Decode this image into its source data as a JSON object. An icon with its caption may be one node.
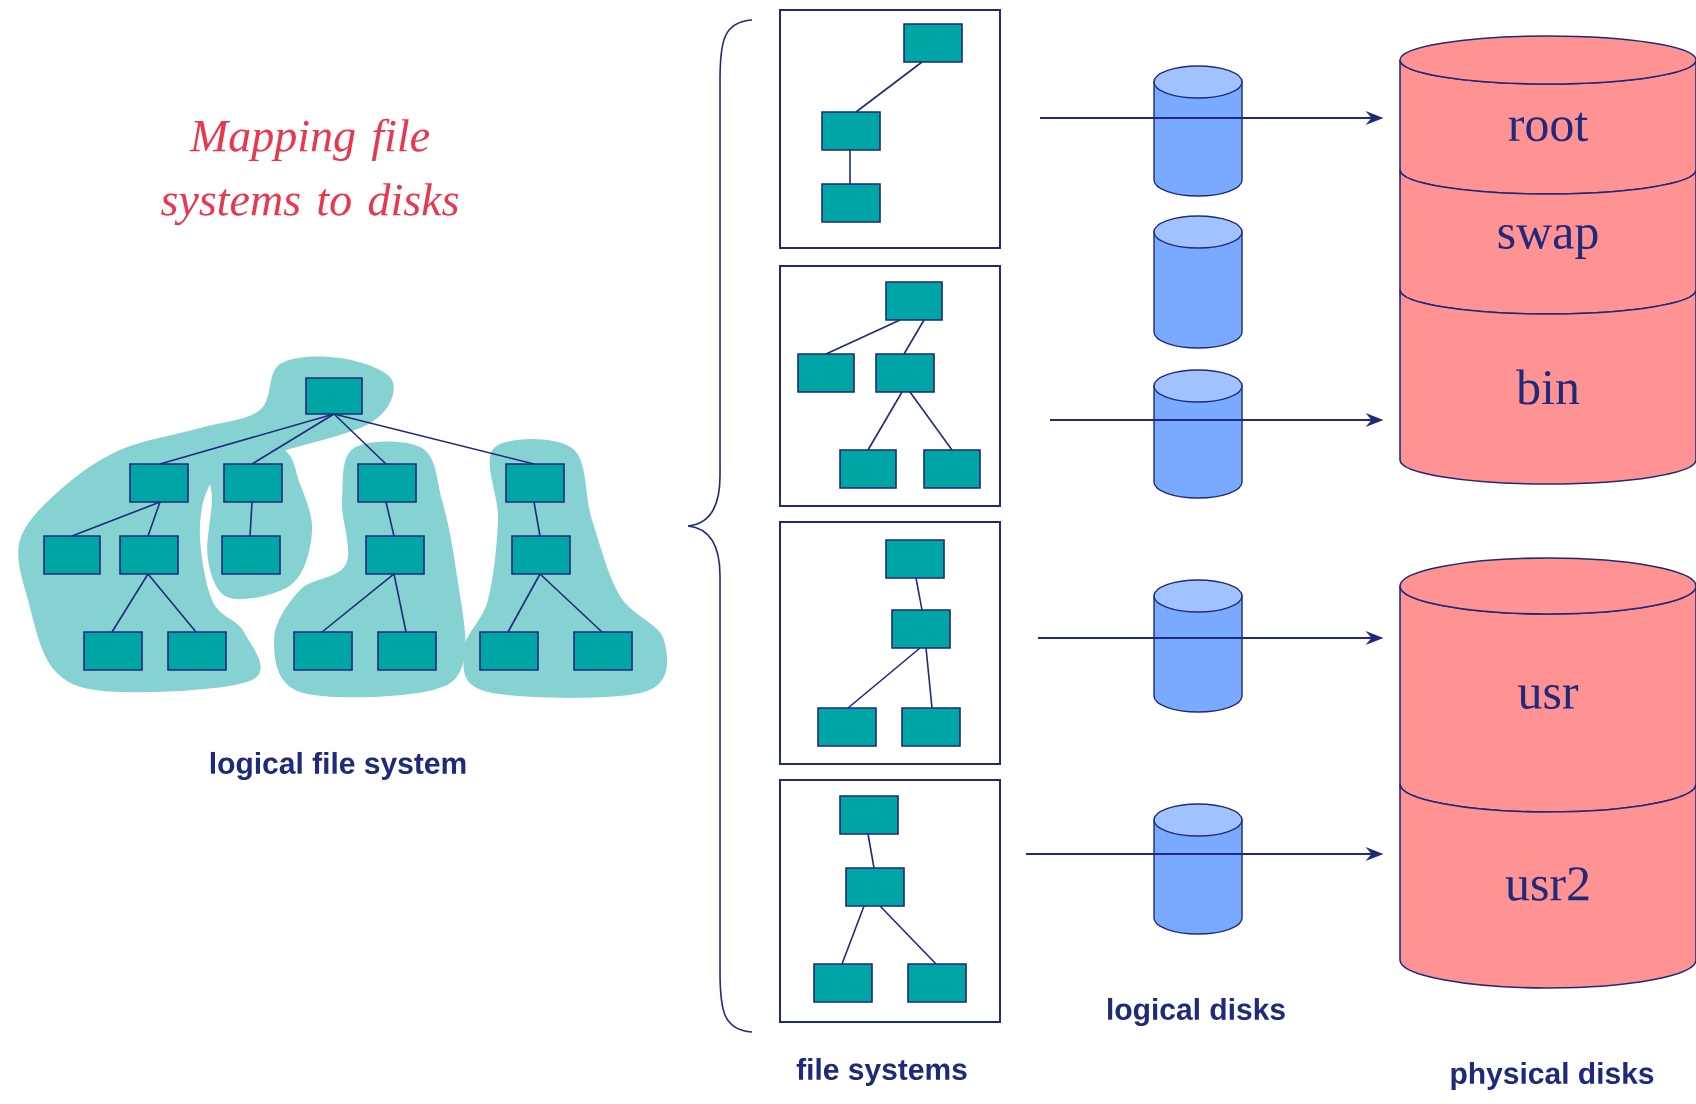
{
  "diagram": {
    "title": "Mapping file systems to disks",
    "nodes": [
      {
        "text": [],
        "shape": "box"
      },
      {
        "text": [],
        "shape": "box"
      },
      {
        "text": [],
        "shape": "box"
      },
      {
        "text": [],
        "shape": "box"
      },
      {
        "text": [],
        "shape": "cylinder"
      },
      {
        "text": [],
        "shape": "cylinder"
      },
      {
        "text": [],
        "shape": "cylinder"
      },
      {
        "text": [],
        "shape": "cylinder"
      },
      {
        "text": [],
        "shape": "cylinder"
      },
      {
        "text": [
          "root"
        ]
      },
      {
        "text": [
          "swap"
        ]
      },
      {
        "text": [
          "bin"
        ]
      },
      {
        "text": [
          "usr"
        ]
      },
      {
        "text": [
          "usr2"
        ]
      }
    ],
    "edges": [
      {
        "from": null,
        "to": 9,
        "arrow": "to"
      },
      {
        "from": null,
        "to": 11,
        "arrow": "to"
      },
      {
        "from": null,
        "to": 12,
        "arrow": "to"
      },
      {
        "from": null,
        "to": 13,
        "arrow": "to"
      }
    ],
    "labels": [
      "logical file system",
      "logical disks",
      "file systems",
      "physical disks"
    ]
  }
}
